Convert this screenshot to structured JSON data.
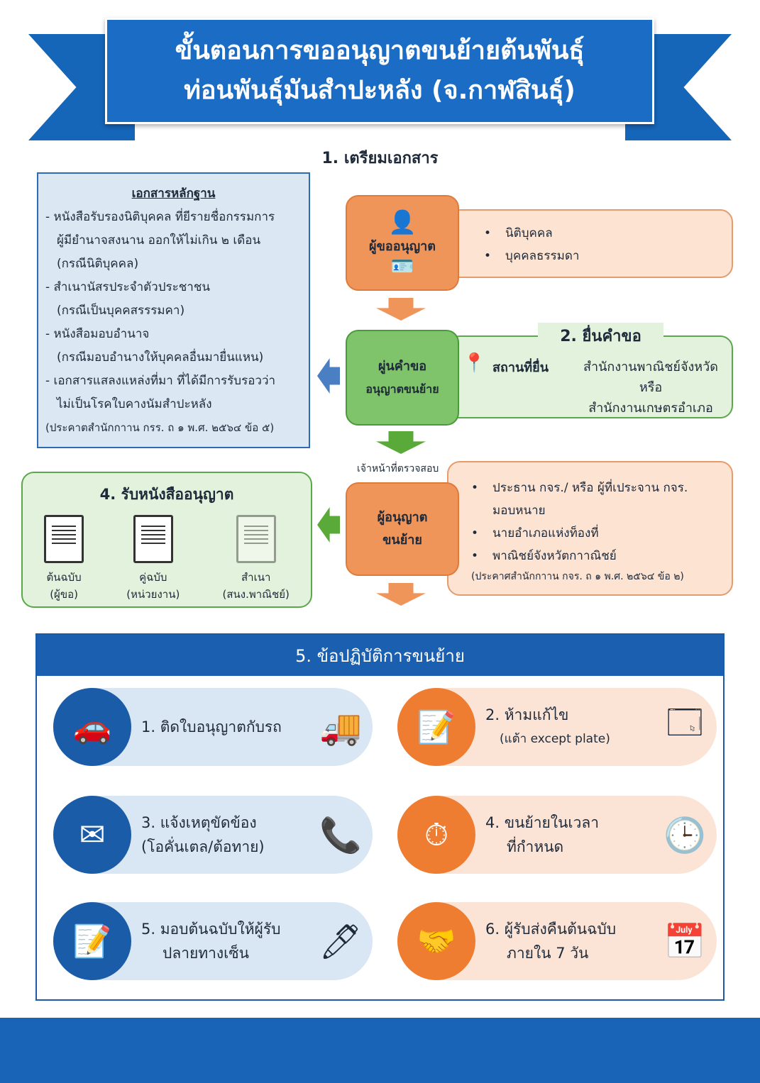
{
  "title": {
    "line1": "ขั้นตอนการขออนุญาตขนย้ายต้นพันธุ์",
    "line2": "ท่อนพันธุ์มันสำปะหลัง (จ.กาฬสินธุ์)"
  },
  "step1": {
    "heading": "1. เตรียมเอกสาร",
    "applicant": "ผู้ขออนุญาต",
    "types": [
      "นิติบุคคล",
      "บุคคลธรรมดา"
    ]
  },
  "documents": {
    "title": "เอกสารหลักฐาน",
    "lines": [
      "- หนังสือรับรองนิติบุคคล ที่ยีรายชื่อกรรมการ",
      "ผู้มียำนาจสงนาน ออกให้ไม่เกิน ๒ เดือน",
      "(กรณีนิติบุคคล)",
      "- สำเนานัสรประจำตัวประชาชน",
      "(กรณีเป็นบุคคสรรรมคา)",
      "- หนังสือมอบอำนาจ",
      "(กรณีมอบอำนางให้บุคคลอื่นมายื่นแหน)",
      "- เอกสารแสลงแหล่งที่มา ที่ได้มีการรับรอวว่า",
      "ไม่เป็นโรคใบคางนัมสำปะหลัง",
      "(ประคาตสำนักกาาน กรร. ถ ๑ พ.ศ. ๒๕๖๔ ข้อ ๕)"
    ]
  },
  "step2": {
    "heading": "2. ยื่นคำขอ",
    "box": "ผู่นคำขอ",
    "box2": "อนุญาตขนย้าย",
    "place_label": "สถานที่ยื่น",
    "place1": "สำนักงานพาณิชย์จังหวัด",
    "or": "หรือ",
    "place2": "สำนักงานเกษตรอำเภอ"
  },
  "step3": {
    "check": "เจ้าหน้าที่ตรวจสอบ",
    "box": "ผู้อนุญาต",
    "box2": "ขนย้าย",
    "items": [
      "ประธาน กจร./ หรือ ผู้ที่เประจาน กจร.",
      "มอบหนาย",
      "นายอำเภอแห่งท็องที่",
      "พาณิชย์จังหวัตกาาณิชย์"
    ],
    "note": "(ประคาศสำนักกาาน กจร. ถ ๑ พ.ศ. ๒๕๖๔ ข้อ ๒)"
  },
  "step4": {
    "heading": "4. รับหนังสืออนุญาต",
    "docs": [
      {
        "a": "ต้นฉบับ",
        "b": "(ผู้ขอ)"
      },
      {
        "a": "คู่ฉบับ",
        "b": "(หน่วยงาน)"
      },
      {
        "a": "สำเนา",
        "b": "(สนง.พาณิชย์)"
      }
    ]
  },
  "step5": {
    "heading": "5. ข้อปฏิบัติการขนย้าย",
    "items": [
      {
        "l1": "1. ติดใบอนุญาตกับรถ",
        "l2": ""
      },
      {
        "l1": "2. ห้ามแก้ไข",
        "l2": "(แต้า except plate)"
      },
      {
        "l1": "3. แจ้งเหตุขัดข้อง",
        "l2": "(โอคั่นเตล/ต้อทาย)"
      },
      {
        "l1": "4. ขนย้ายในเวลา",
        "l2": "ที่กำหนด"
      },
      {
        "l1": "5. มอบต้นฉบับให้ผู้รับ",
        "l2": "ปลายทางเซ็น"
      },
      {
        "l1": "6. ผู้รับส่งคืนต้นฉบับ",
        "l2": "ภายใน 7 วัน"
      }
    ]
  },
  "colors": {
    "blue": "#1a6cc4",
    "orange": "#f0955a",
    "green": "#7fc46a"
  }
}
